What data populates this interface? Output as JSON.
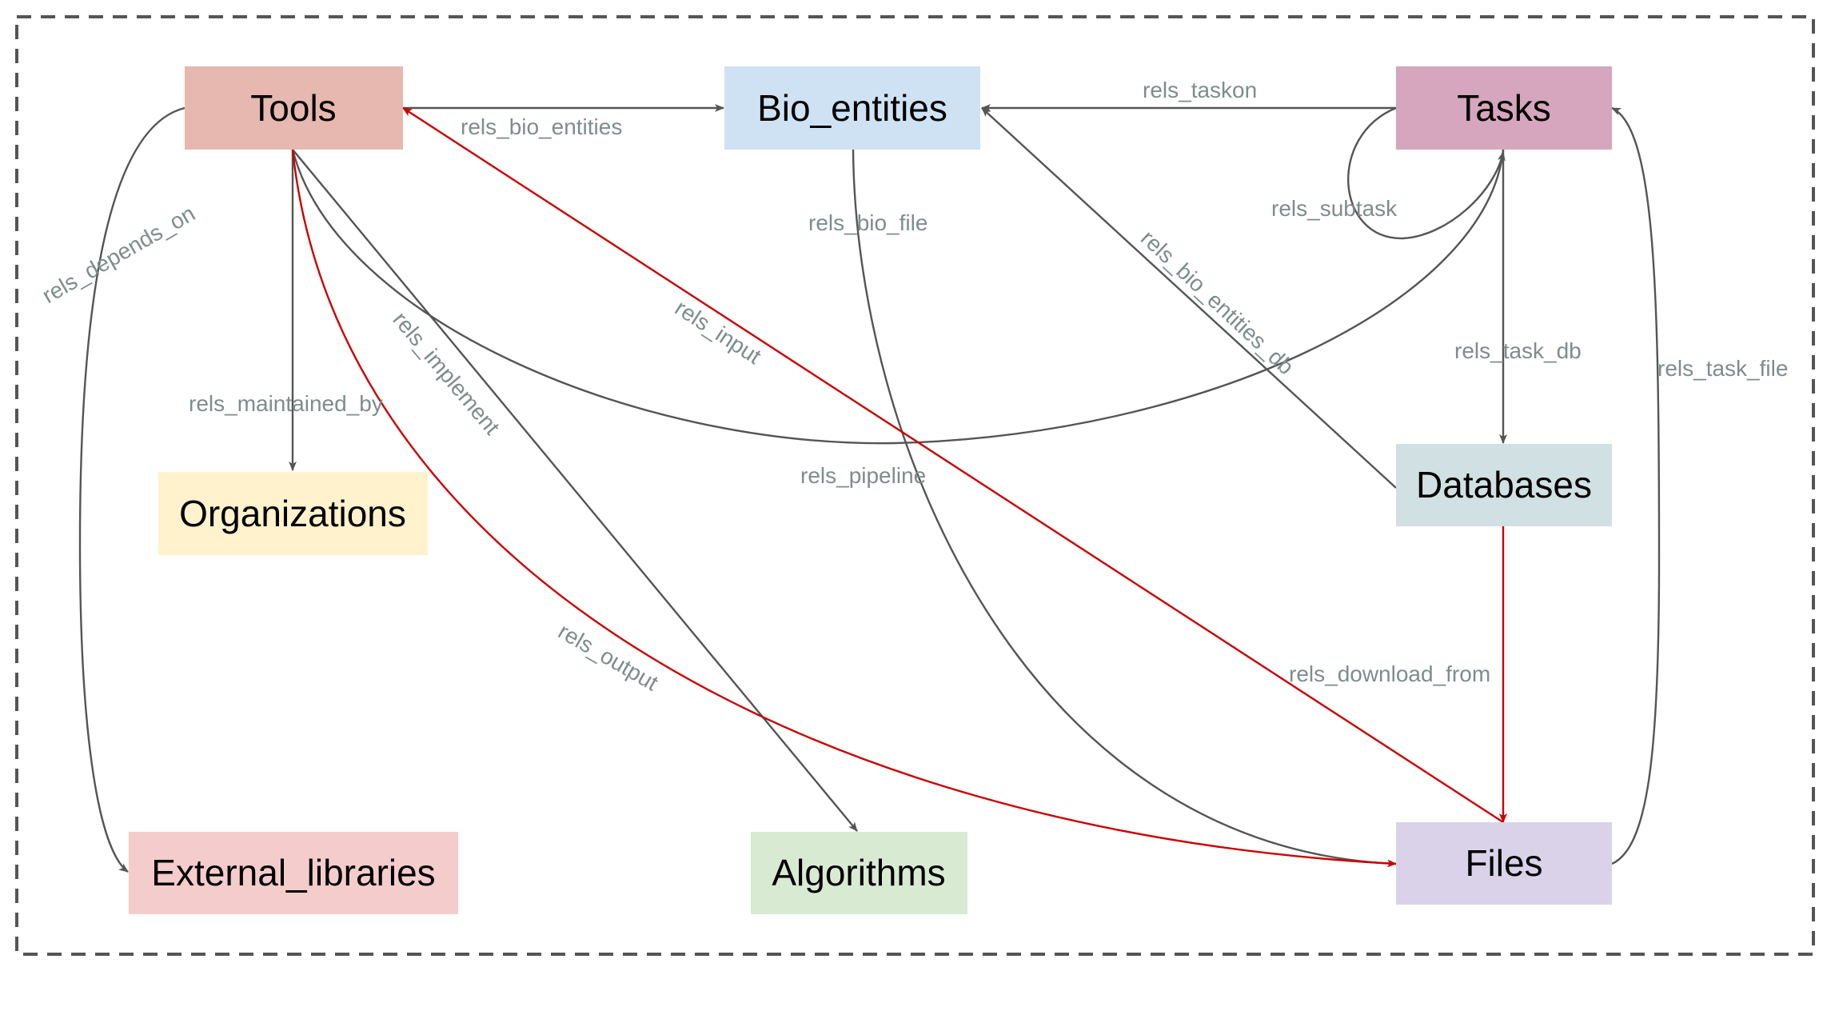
{
  "diagram": {
    "nodes": [
      {
        "id": "tools",
        "label": "Tools",
        "color": "#e6b8af"
      },
      {
        "id": "bio_entities",
        "label": "Bio_entities",
        "color": "#cfe2f3"
      },
      {
        "id": "tasks",
        "label": "Tasks",
        "color": "#d5a6bd"
      },
      {
        "id": "organizations",
        "label": "Organizations",
        "color": "#fff2cc"
      },
      {
        "id": "databases",
        "label": "Databases",
        "color": "#d0e0e3"
      },
      {
        "id": "external_libraries",
        "label": "External_libraries",
        "color": "#f4cccc"
      },
      {
        "id": "algorithms",
        "label": "Algorithms",
        "color": "#d9ead3"
      },
      {
        "id": "files",
        "label": "Files",
        "color": "#d9d2e9"
      }
    ],
    "edges": [
      {
        "id": "rels_bio_entities",
        "label": "rels_bio_entities",
        "from": "tools",
        "to": "bio_entities",
        "color": "#555555"
      },
      {
        "id": "rels_taskon",
        "label": "rels_taskon",
        "from": "tasks",
        "to": "bio_entities",
        "color": "#555555"
      },
      {
        "id": "rels_subtask",
        "label": "rels_subtask",
        "from": "tasks",
        "to": "tasks",
        "color": "#555555"
      },
      {
        "id": "rels_depends_on",
        "label": "rels_depends_on",
        "from": "tools",
        "to": "external_libraries",
        "color": "#555555"
      },
      {
        "id": "rels_maintained_by",
        "label": "rels_maintained_by",
        "from": "tools",
        "to": "organizations",
        "color": "#555555"
      },
      {
        "id": "rels_implement",
        "label": "rels_implement",
        "from": "tools",
        "to": "algorithms",
        "color": "#555555"
      },
      {
        "id": "rels_input",
        "label": "rels_input",
        "from": "files",
        "to": "tools",
        "color": "#cc0000"
      },
      {
        "id": "rels_bio_file",
        "label": "rels_bio_file",
        "from": "bio_entities",
        "to": "files",
        "color": "#555555"
      },
      {
        "id": "rels_bio_entities_db",
        "label": "rels_bio_entities_db",
        "from": "databases",
        "to": "bio_entities",
        "color": "#555555"
      },
      {
        "id": "rels_task_db",
        "label": "rels_task_db",
        "from": "tasks",
        "to": "databases",
        "color": "#555555"
      },
      {
        "id": "rels_task_file",
        "label": "rels_task_file",
        "from": "files",
        "to": "tasks",
        "color": "#555555"
      },
      {
        "id": "rels_pipeline",
        "label": "rels_pipeline",
        "from": "tools",
        "to": "tasks",
        "color": "#555555"
      },
      {
        "id": "rels_output",
        "label": "rels_output",
        "from": "tools",
        "to": "files",
        "color": "#cc0000"
      },
      {
        "id": "rels_download_from",
        "label": "rels_download_from",
        "from": "databases",
        "to": "files",
        "color": "#cc0000"
      }
    ]
  }
}
